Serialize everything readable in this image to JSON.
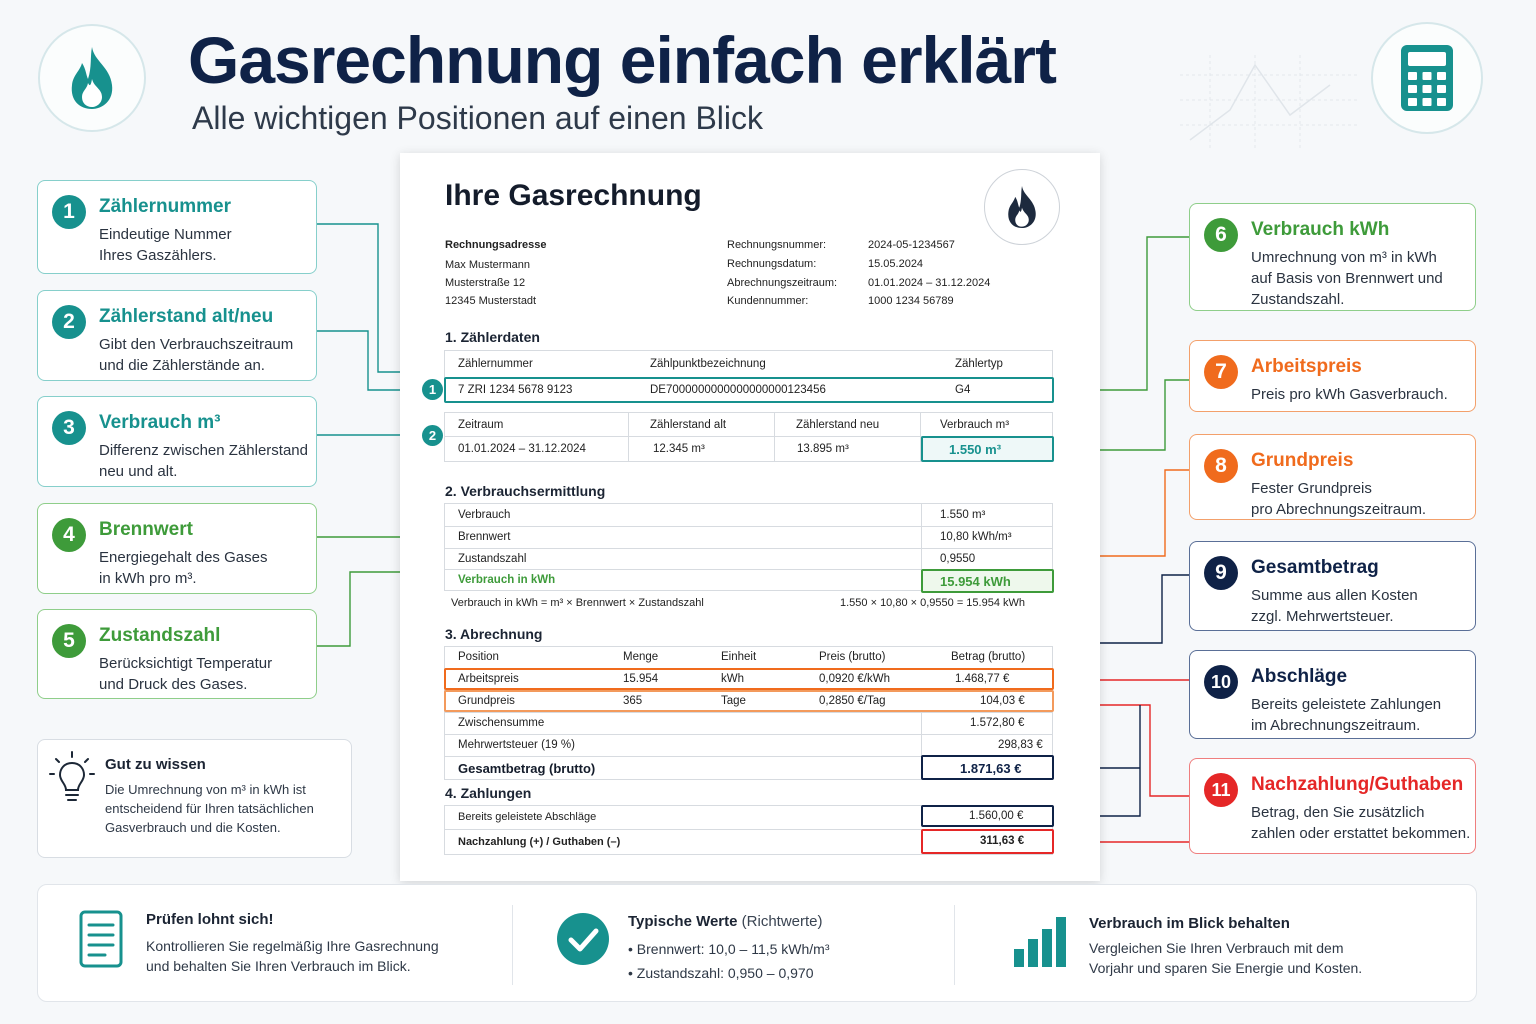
{
  "header": {
    "title": "Gasrechnung einfach erklärt",
    "subtitle": "Alle wichtigen Positionen auf einen Blick"
  },
  "callouts": [
    {
      "num": "1",
      "title": "Zählernummer",
      "desc": "Eindeutige Nummer\nIhres Gaszählers."
    },
    {
      "num": "2",
      "title": "Zählerstand alt/neu",
      "desc": "Gibt den Verbrauchszeitraum\nund die Zählerstände an."
    },
    {
      "num": "3",
      "title": "Verbrauch m³",
      "desc": "Differenz zwischen Zählerstand\nneu und alt."
    },
    {
      "num": "4",
      "title": "Brennwert",
      "desc": "Energiegehalt des Gases\nin kWh pro m³."
    },
    {
      "num": "5",
      "title": "Zustandszahl",
      "desc": "Berücksichtigt Temperatur\nund Druck des Gases."
    },
    {
      "num": "6",
      "title": "Verbrauch kWh",
      "desc": "Umrechnung von m³ in kWh\nauf Basis von Brennwert und\nZustandszahl."
    },
    {
      "num": "7",
      "title": "Arbeitspreis",
      "desc": "Preis pro kWh Gasverbrauch."
    },
    {
      "num": "8",
      "title": "Grundpreis",
      "desc": "Fester Grundpreis\npro Abrechnungszeitraum."
    },
    {
      "num": "9",
      "title": "Gesamtbetrag",
      "desc": "Summe aus allen Kosten\nzzgl. Mehrwertsteuer."
    },
    {
      "num": "10",
      "title": "Abschläge",
      "desc": "Bereits geleistete Zahlungen\nim Abrechnungszeitraum."
    },
    {
      "num": "11",
      "title": "Nachzahlung/Guthaben",
      "desc": "Betrag, den Sie zusätzlich\nzahlen oder erstattet bekommen."
    }
  ],
  "tip": {
    "title": "Gut zu wissen",
    "text": "Die Umrechnung von m³ in kWh ist\nentscheidend für Ihren tatsächlichen\nGasverbrauch und die Kosten."
  },
  "invoice": {
    "title": "Ihre Gasrechnung",
    "address_label": "Rechnungsadresse",
    "address": [
      "Max Mustermann",
      "Musterstraße 12",
      "12345 Musterstadt"
    ],
    "meta": [
      {
        "label": "Rechnungsnummer:",
        "value": "2024-05-1234567"
      },
      {
        "label": "Rechnungsdatum:",
        "value": "15.05.2024"
      },
      {
        "label": "Abrechnungszeitraum:",
        "value": "01.01.2024 – 31.12.2024"
      },
      {
        "label": "Kundennummer:",
        "value": "1000 1234 56789"
      }
    ],
    "section1": "1. Zählerdaten",
    "meter_headers": [
      "Zählernummer",
      "Zählpunktbezeichnung",
      "Zählertyp"
    ],
    "meter_values": [
      "7 ZRI 1234 5678 9123",
      "DE7000000000000000000123456",
      "G4"
    ],
    "reading_headers": [
      "Zeitraum",
      "Zählerstand alt",
      "Zählerstand neu",
      "Verbrauch m³"
    ],
    "reading_values": [
      "01.01.2024 – 31.12.2024",
      "12.345 m³",
      "13.895 m³",
      "1.550 m³"
    ],
    "section2": "2. Verbrauchsermittlung",
    "calc_rows": [
      {
        "label": "Verbrauch",
        "value": "1.550 m³"
      },
      {
        "label": "Brennwert",
        "value": "10,80 kWh/m³"
      },
      {
        "label": "Zustandszahl",
        "value": "0,9550"
      },
      {
        "label": "Verbrauch in kWh",
        "value": "15.954 kWh"
      }
    ],
    "formula_label": "Verbrauch in kWh = m³ × Brennwert × Zustandszahl",
    "formula_value": "1.550 × 10,80 × 0,9550 = 15.954 kWh",
    "section3": "3. Abrechnung",
    "bill_headers": [
      "Position",
      "Menge",
      "Einheit",
      "Preis (brutto)",
      "Betrag (brutto)"
    ],
    "bill_rows": [
      [
        "Arbeitspreis",
        "15.954",
        "kWh",
        "0,0920 €/kWh",
        "1.468,77 €"
      ],
      [
        "Grundpreis",
        "365",
        "Tage",
        "0,2850 €/Tag",
        "104,03 €"
      ]
    ],
    "subtotal_label": "Zwischensumme",
    "subtotal_value": "1.572,80 €",
    "vat_label": "Mehrwertsteuer (19 %)",
    "vat_value": "298,83 €",
    "total_label": "Gesamtbetrag (brutto)",
    "total_value": "1.871,63 €",
    "section4": "4. Zahlungen",
    "paid_label": "Bereits geleistete Abschläge",
    "paid_value": "1.560,00 €",
    "balance_label": "Nachzahlung (+) / Guthaben (–)",
    "balance_value": "311,63 €",
    "marker1": "1",
    "marker2": "2"
  },
  "bottom": {
    "check_title": "Prüfen lohnt sich!",
    "check_text": "Kontrollieren Sie regelmäßig Ihre Gasrechnung\nund behalten Sie Ihren Verbrauch im Blick.",
    "typical_title": "Typische Werte",
    "typical_suffix": "(Richtwerte)",
    "typical_items": [
      "Brennwert: 10,0 – 11,5 kWh/m³",
      "Zustandszahl: 0,950 – 0,970"
    ],
    "usage_title": "Verbrauch im Blick behalten",
    "usage_text": "Vergleichen Sie Ihren Verbrauch mit dem\nVorjahr und sparen Sie Energie und Kosten."
  },
  "colors": {
    "teal": "#17918e",
    "green": "#3e9b3a",
    "orange": "#f06b1d",
    "navy": "#0f2247",
    "red": "#e52727"
  }
}
